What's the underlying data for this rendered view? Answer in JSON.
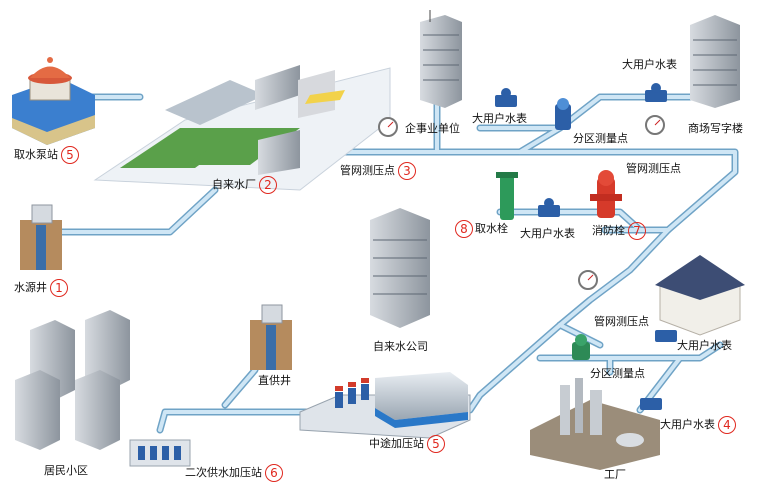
{
  "labels": {
    "intake_pump": "取水泵站",
    "waterworks": "自来水厂",
    "water_well": "水源井",
    "enterprise": "企事业单位",
    "large_meter_top": "大用户水表",
    "large_meter_top_right": "大用户水表",
    "district_meter_top": "分区测量点",
    "mall_office": "商场写字楼",
    "pressure_point_1": "管网测压点",
    "pressure_point_2": "管网测压点",
    "hydrant_take": "取水栓",
    "large_meter_mid": "大用户水表",
    "fire_hydrant": "消防栓",
    "water_company": "自来水公司",
    "direct_well": "直供井",
    "pressure_point_3": "管网测压点",
    "large_meter_right": "大用户水表",
    "district_meter_bottom": "分区测量点",
    "booster_station": "中途加压站",
    "large_meter_factory": "大用户水表",
    "factory": "工厂",
    "residential": "居民小区",
    "secondary_booster": "二次供水加压站"
  },
  "badges": {
    "waterworks": "2",
    "intake_pump": "5",
    "water_well": "1",
    "pressure_point_1": "3",
    "hydrant_take": "8",
    "fire_hydrant": "7",
    "booster_station": "5",
    "large_meter_factory": "4",
    "secondary_booster": "6"
  },
  "colors": {
    "pipe": "#a9cfe8",
    "pipe_edge": "#6fa3c6",
    "badge": "#e0281f",
    "grass": "#5aa04a",
    "water": "#2a78c8"
  }
}
